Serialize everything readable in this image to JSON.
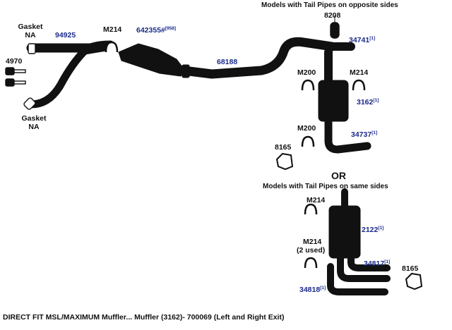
{
  "headings": {
    "opposite_sides": "Models with Tail Pipes on opposite sides",
    "or": "OR",
    "same_sides": "Models with Tail Pipes on same sides"
  },
  "labels": {
    "gasket_top": "Gasket",
    "na_top": "NA",
    "gasket_bottom": "Gasket",
    "na_bottom": "NA",
    "bolt_4970": "4970",
    "clamp_m214_upper": "M214",
    "clamp_m200_left": "M200",
    "clamp_m214_right": "M214",
    "clamp_m200_lower": "M200",
    "hanger_8208": "8208",
    "hanger_8165_upper": "8165",
    "clamp_m214_same": "M214",
    "clamp_m214_used": "M214",
    "used_note": "(2 used)",
    "hanger_8165_lower": "8165"
  },
  "part_numbers": {
    "front_pipe": "94925",
    "converter": "642355#",
    "converter_ref": "[958]",
    "intermediate_pipe": "68188",
    "tailpipe_upper": "34741",
    "tailpipe_upper_ref": "[1]",
    "muffler_upper": "3162",
    "muffler_upper_ref": "[1]",
    "tailpipe_lower": "34737",
    "tailpipe_lower_ref": "[1]",
    "muffler_same": "2122",
    "muffler_same_ref": "[1]",
    "tailpipe_same_a": "34817",
    "tailpipe_same_a_ref": "[1]",
    "tailpipe_same_b": "34818",
    "tailpipe_same_b_ref": "[1]"
  },
  "caption": "DIRECT FIT MSL/MAXIMUM Muffler... Muffler (3162)- 700069 (Left and Right Exit)",
  "colors": {
    "line": "#111111",
    "part_number": "#1a2a8a",
    "background": "#ffffff"
  }
}
